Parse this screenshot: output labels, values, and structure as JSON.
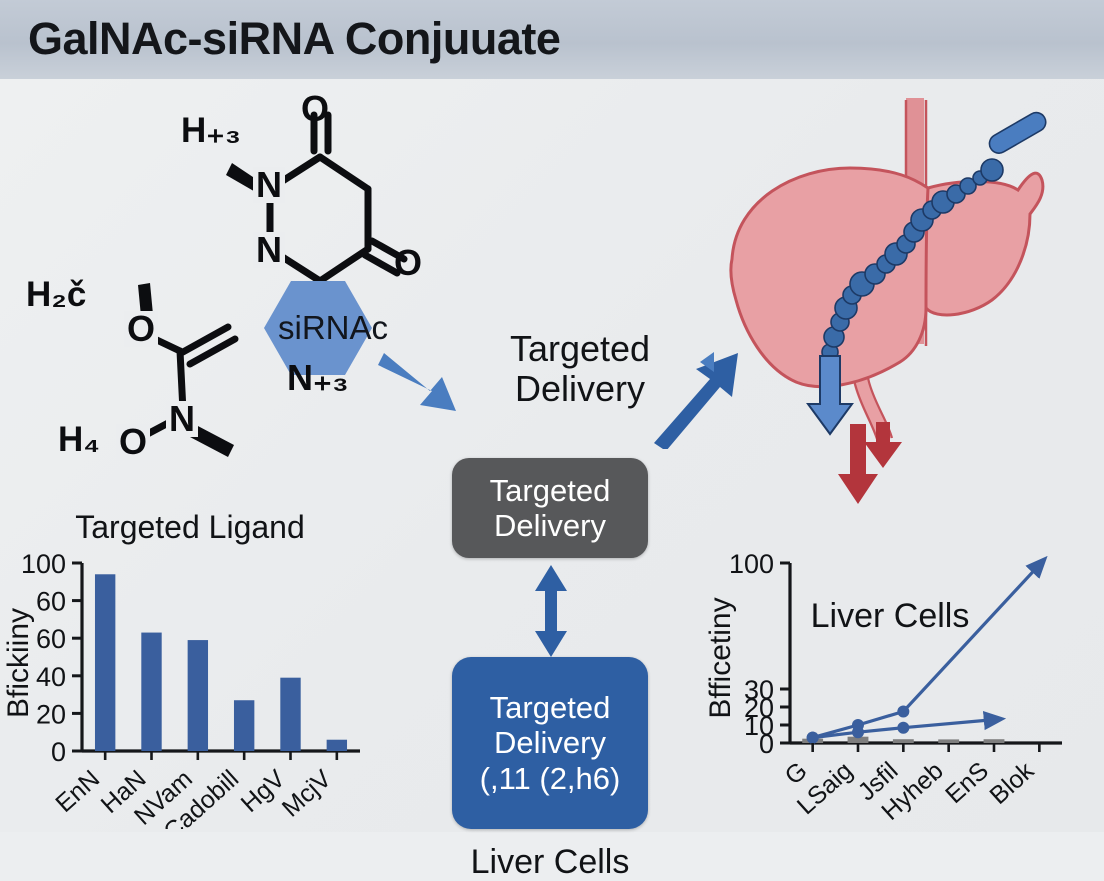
{
  "header": {
    "title": "GalNAc-siRNA Conjuuate"
  },
  "diagram": {
    "targeted_delivery_caption": [
      "Targeted",
      "Delivery"
    ],
    "gray_box": [
      "Targeted",
      "Delivery"
    ],
    "blue_box": [
      "Targeted",
      "Delivery",
      "(,11 (2,h6)"
    ],
    "liver_cells_center": "Liver Cells",
    "liver_cells_right": "Liver Cells"
  },
  "chemistry": {
    "hexagon_label": "siRNAc",
    "atoms": [
      {
        "name": "amine-methyl",
        "text": "H",
        "subscript": "+3"
      },
      {
        "name": "carbonyl-top",
        "text": "O",
        "subscript": ""
      },
      {
        "name": "ring-nitrogen-top",
        "text": "N",
        "subscript": ""
      },
      {
        "name": "ring-nitrogen-bottom",
        "text": "N",
        "subscript": ""
      },
      {
        "name": "carbonyl-right",
        "text": "O",
        "subscript": ""
      },
      {
        "name": "hydroxyl-left",
        "text": "H",
        "subscript": "2"
      },
      {
        "name": "ether-oxygen",
        "text": "O",
        "subscript": ""
      },
      {
        "name": "amide-nitrogen",
        "text": "N",
        "subscript": ""
      },
      {
        "name": "hydroxyl-lower",
        "text": "H",
        "subscript": "4"
      },
      {
        "name": "hydroxyl-lower-oxygen",
        "text": "O",
        "subscript": ""
      },
      {
        "name": "hexagon-nitrogen",
        "text": "N",
        "subscript": "+3"
      }
    ],
    "labels": {
      "h_plus3": "H₊₃",
      "h2c": "H₂č",
      "h4": "H₄",
      "n_plus3": "N₊₃",
      "o_top": "O",
      "o_right": "O",
      "o_ether": "O",
      "o_lower": "O",
      "n_top": "N",
      "n_bottom": "N",
      "n_amide": "N"
    }
  },
  "colors": {
    "accent_blue": "#3a5f9e",
    "box_blue": "#2e5fa3",
    "box_gray": "#57585a",
    "liver_pink": "#e8a0a4",
    "liver_stroke": "#c4545c",
    "hexagon_blue": "#6a93ce",
    "bar_gray": "#7e7e7e",
    "arrow_red": "#b3353c",
    "header_gradient_top": "#c3cbd6",
    "header_gradient_bottom": "#c9d0d9"
  },
  "chart_data": [
    {
      "id": "left",
      "type": "bar",
      "title": "Targeted Ligand",
      "xlabel": "",
      "ylabel": "Bfickiiny",
      "categories": [
        "EnN",
        "HaN",
        "NVam",
        "Cadobill",
        "HgV",
        "McjV"
      ],
      "values": [
        94,
        63,
        59,
        27,
        39,
        6
      ],
      "ylim": [
        0,
        100
      ],
      "ytick_labels": [
        "100",
        "60",
        "60",
        "40",
        "20",
        "0"
      ],
      "ytick_positions": [
        100,
        80,
        60,
        40,
        20,
        0
      ],
      "grid": false,
      "legend": "none"
    },
    {
      "id": "right",
      "type": "line",
      "title": "",
      "xlabel": "",
      "ylabel": "Bfficetiny",
      "categories": [
        "G",
        "LSaig",
        "Jsfil",
        "Hyheb",
        "EnS",
        "Blok"
      ],
      "ytick_labels": [
        "100",
        "30",
        "20",
        "10",
        "0"
      ],
      "ytick_positions": [
        100,
        30,
        20,
        10,
        0
      ],
      "ylim": [
        0,
        100
      ],
      "bars": {
        "name": "baseline bars",
        "color": "#7e7e7e",
        "values": [
          2.4,
          3.5,
          2.1,
          2.0,
          2.1,
          0
        ]
      },
      "series": [
        {
          "name": "upper-trend",
          "color": "#3a5f9e",
          "marker": "circle",
          "arrow": true,
          "x": [
            "G",
            "LSaig",
            "Jsfil",
            "Blok"
          ],
          "values": [
            3,
            10,
            17.5,
            99
          ]
        },
        {
          "name": "lower-trend",
          "color": "#3a5f9e",
          "marker": "circle",
          "arrow": true,
          "x": [
            "G",
            "LSaig",
            "Jsfil",
            "EnS"
          ],
          "values": [
            3,
            6,
            8.5,
            13
          ]
        }
      ],
      "grid": false,
      "legend": "none"
    }
  ]
}
